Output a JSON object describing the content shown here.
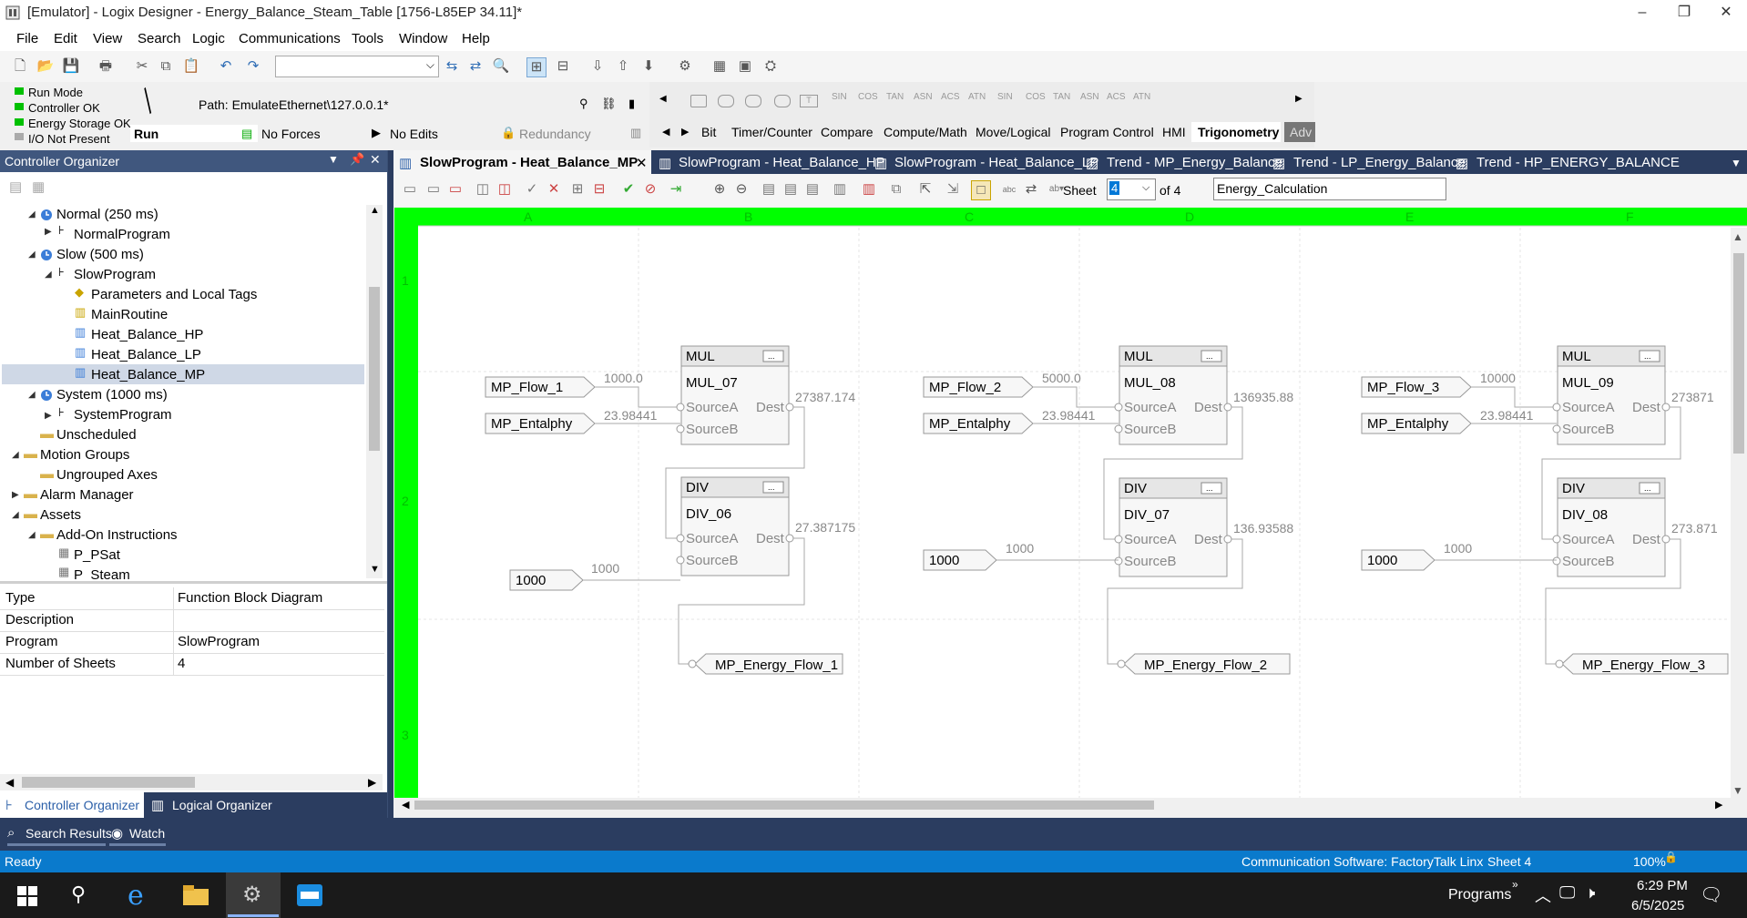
{
  "window": {
    "title": "[Emulator] - Logix Designer - Energy_Balance_Steam_Table [1756-L85EP 34.11]*"
  },
  "menu": [
    "File",
    "Edit",
    "View",
    "Search",
    "Logic",
    "Communications",
    "Tools",
    "Window",
    "Help"
  ],
  "status": {
    "run_mode": "Run Mode",
    "controller_ok": "Controller OK",
    "energy_storage_ok": "Energy Storage OK",
    "io_not_present": "I/O Not Present",
    "path": "Path: EmulateEthernet\\127.0.0.1*",
    "mode": "Run",
    "forces": "No Forces",
    "edits": "No Edits",
    "redundancy": "Redundancy"
  },
  "instr_buttons": [
    "SIN",
    "COS",
    "TAN",
    "ASN",
    "ACS",
    "ATN",
    "SIN",
    "COS",
    "TAN",
    "ASN",
    "ACS",
    "ATN"
  ],
  "category_tabs": [
    "Bit",
    "Timer/Counter",
    "Compare",
    "Compute/Math",
    "Move/Logical",
    "Program Control",
    "HMI",
    "Trigonometry",
    "Adv"
  ],
  "organizer": {
    "title": "Controller Organizer",
    "tree": [
      {
        "label": "Normal (250 ms)"
      },
      {
        "label": "NormalProgram"
      },
      {
        "label": "Slow (500 ms)"
      },
      {
        "label": "SlowProgram"
      },
      {
        "label": "Parameters and Local Tags"
      },
      {
        "label": "MainRoutine"
      },
      {
        "label": "Heat_Balance_HP"
      },
      {
        "label": "Heat_Balance_LP"
      },
      {
        "label": "Heat_Balance_MP"
      },
      {
        "label": "System (1000 ms)"
      },
      {
        "label": "SystemProgram"
      },
      {
        "label": "Unscheduled"
      },
      {
        "label": "Motion Groups"
      },
      {
        "label": "Ungrouped Axes"
      },
      {
        "label": "Alarm Manager"
      },
      {
        "label": "Assets"
      },
      {
        "label": "Add-On Instructions"
      },
      {
        "label": "P_PSat"
      },
      {
        "label": "P_Steam"
      }
    ],
    "properties": [
      {
        "key": "Type",
        "value": "Function Block Diagram"
      },
      {
        "key": "Description",
        "value": ""
      },
      {
        "key": "Program",
        "value": "SlowProgram"
      },
      {
        "key": "Number of Sheets",
        "value": "4"
      }
    ],
    "bottom_tabs": [
      "Controller Organizer",
      "Logical Organizer"
    ]
  },
  "editor_tabs": [
    "SlowProgram - Heat_Balance_MP",
    "SlowProgram - Heat_Balance_HP",
    "SlowProgram - Heat_Balance_LP",
    "Trend - MP_Energy_Balance",
    "Trend - LP_Energy_Balance",
    "Trend - HP_ENERGY_BALANCE"
  ],
  "sheet": {
    "label": "Sheet",
    "value": "4",
    "of": "of 4",
    "name": "Energy_Calculation"
  },
  "columns": [
    "A",
    "B",
    "C",
    "D",
    "E",
    "F"
  ],
  "rows": [
    "1",
    "2",
    "3"
  ],
  "fbd": {
    "groups": [
      {
        "flow_tag": "MP_Flow_1",
        "flow_val": "1000.0",
        "enth_tag": "MP_Entalphy",
        "enth_val": "23.98441",
        "mul_type": "MUL",
        "mul_name": "MUL_07",
        "mul_dest": "27387.174",
        "div_type": "DIV",
        "div_name": "DIV_06",
        "div_dest": "27.387175",
        "const": "1000",
        "const_val": "1000",
        "out_tag": "MP_Energy_Flow_1"
      },
      {
        "flow_tag": "MP_Flow_2",
        "flow_val": "5000.0",
        "enth_tag": "MP_Entalphy",
        "enth_val": "23.98441",
        "mul_type": "MUL",
        "mul_name": "MUL_08",
        "mul_dest": "136935.88",
        "div_type": "DIV",
        "div_name": "DIV_07",
        "div_dest": "136.93588",
        "const": "1000",
        "const_val": "1000",
        "out_tag": "MP_Energy_Flow_2"
      },
      {
        "flow_tag": "MP_Flow_3",
        "flow_val": "10000",
        "enth_tag": "MP_Entalphy",
        "enth_val": "23.98441",
        "mul_type": "MUL",
        "mul_name": "MUL_09",
        "mul_dest": "273871",
        "div_type": "DIV",
        "div_name": "DIV_08",
        "div_dest": "273.871",
        "const": "1000",
        "const_val": "1000",
        "out_tag": "MP_Energy_Flow_3"
      }
    ],
    "pin_source_a": "SourceA",
    "pin_source_b": "SourceB",
    "pin_dest": "Dest"
  },
  "bottom": {
    "search_results": "Search Results",
    "watch": "Watch"
  },
  "statusbar": {
    "ready": "Ready",
    "comm": "Communication Software: FactoryTalk Linx",
    "sheet": "Sheet 4",
    "zoom": "100%"
  },
  "taskbar": {
    "programs": "Programs",
    "time": "6:29 PM",
    "date": "6/5/2025"
  },
  "colors": {
    "accent": "#2b3d60",
    "sheet_green": "#00ff00",
    "statusbar": "#0a7acc",
    "led_green": "#00c000"
  }
}
